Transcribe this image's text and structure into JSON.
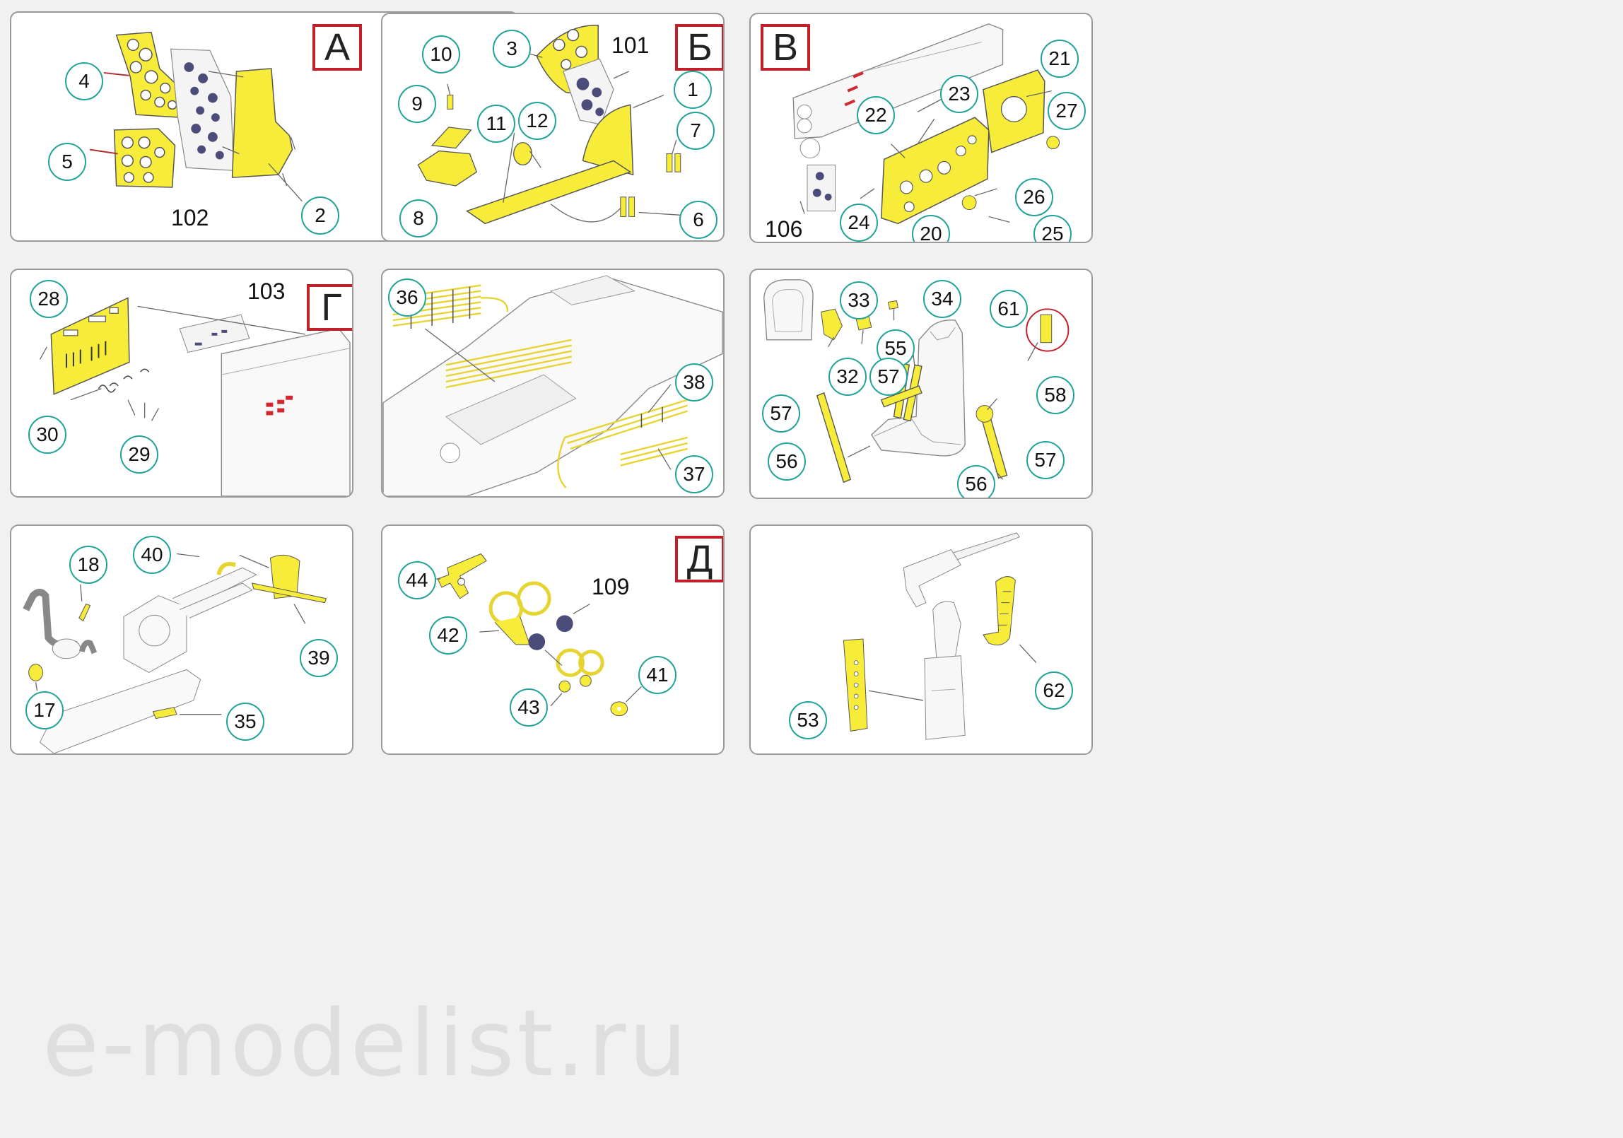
{
  "watermark": "e-modelist.ru",
  "colors": {
    "part": "#f7ec3a",
    "instrument": "#4c4c7a",
    "frame": "#c0202a",
    "callout": "#22a39a"
  },
  "panels": {
    "A": {
      "letter": "А",
      "callouts": [
        "4",
        "5",
        "2"
      ],
      "plain": [
        "102"
      ]
    },
    "B": {
      "letter": "Б",
      "callouts": [
        "10",
        "9",
        "3",
        "11",
        "12",
        "1",
        "7",
        "8",
        "6"
      ],
      "plain": [
        "101"
      ]
    },
    "V": {
      "letter": "В",
      "callouts": [
        "21",
        "23",
        "22",
        "27",
        "26",
        "24",
        "20",
        "25"
      ],
      "plain": [
        "106"
      ]
    },
    "G": {
      "letter": "Г",
      "callouts": [
        "28",
        "30",
        "29"
      ],
      "plain": [
        "103"
      ]
    },
    "C": {
      "callouts": [
        "36",
        "38",
        "37"
      ]
    },
    "S": {
      "callouts": [
        "33",
        "34",
        "61",
        "55",
        "32",
        "57",
        "58",
        "57",
        "56",
        "57",
        "56"
      ]
    },
    "P": {
      "callouts": [
        "18",
        "40",
        "39",
        "17",
        "35"
      ]
    },
    "D": {
      "letter": "Д",
      "callouts": [
        "44",
        "42",
        "43",
        "41"
      ],
      "plain": [
        "109"
      ]
    },
    "Z": {
      "callouts": [
        "62",
        "53"
      ]
    }
  }
}
